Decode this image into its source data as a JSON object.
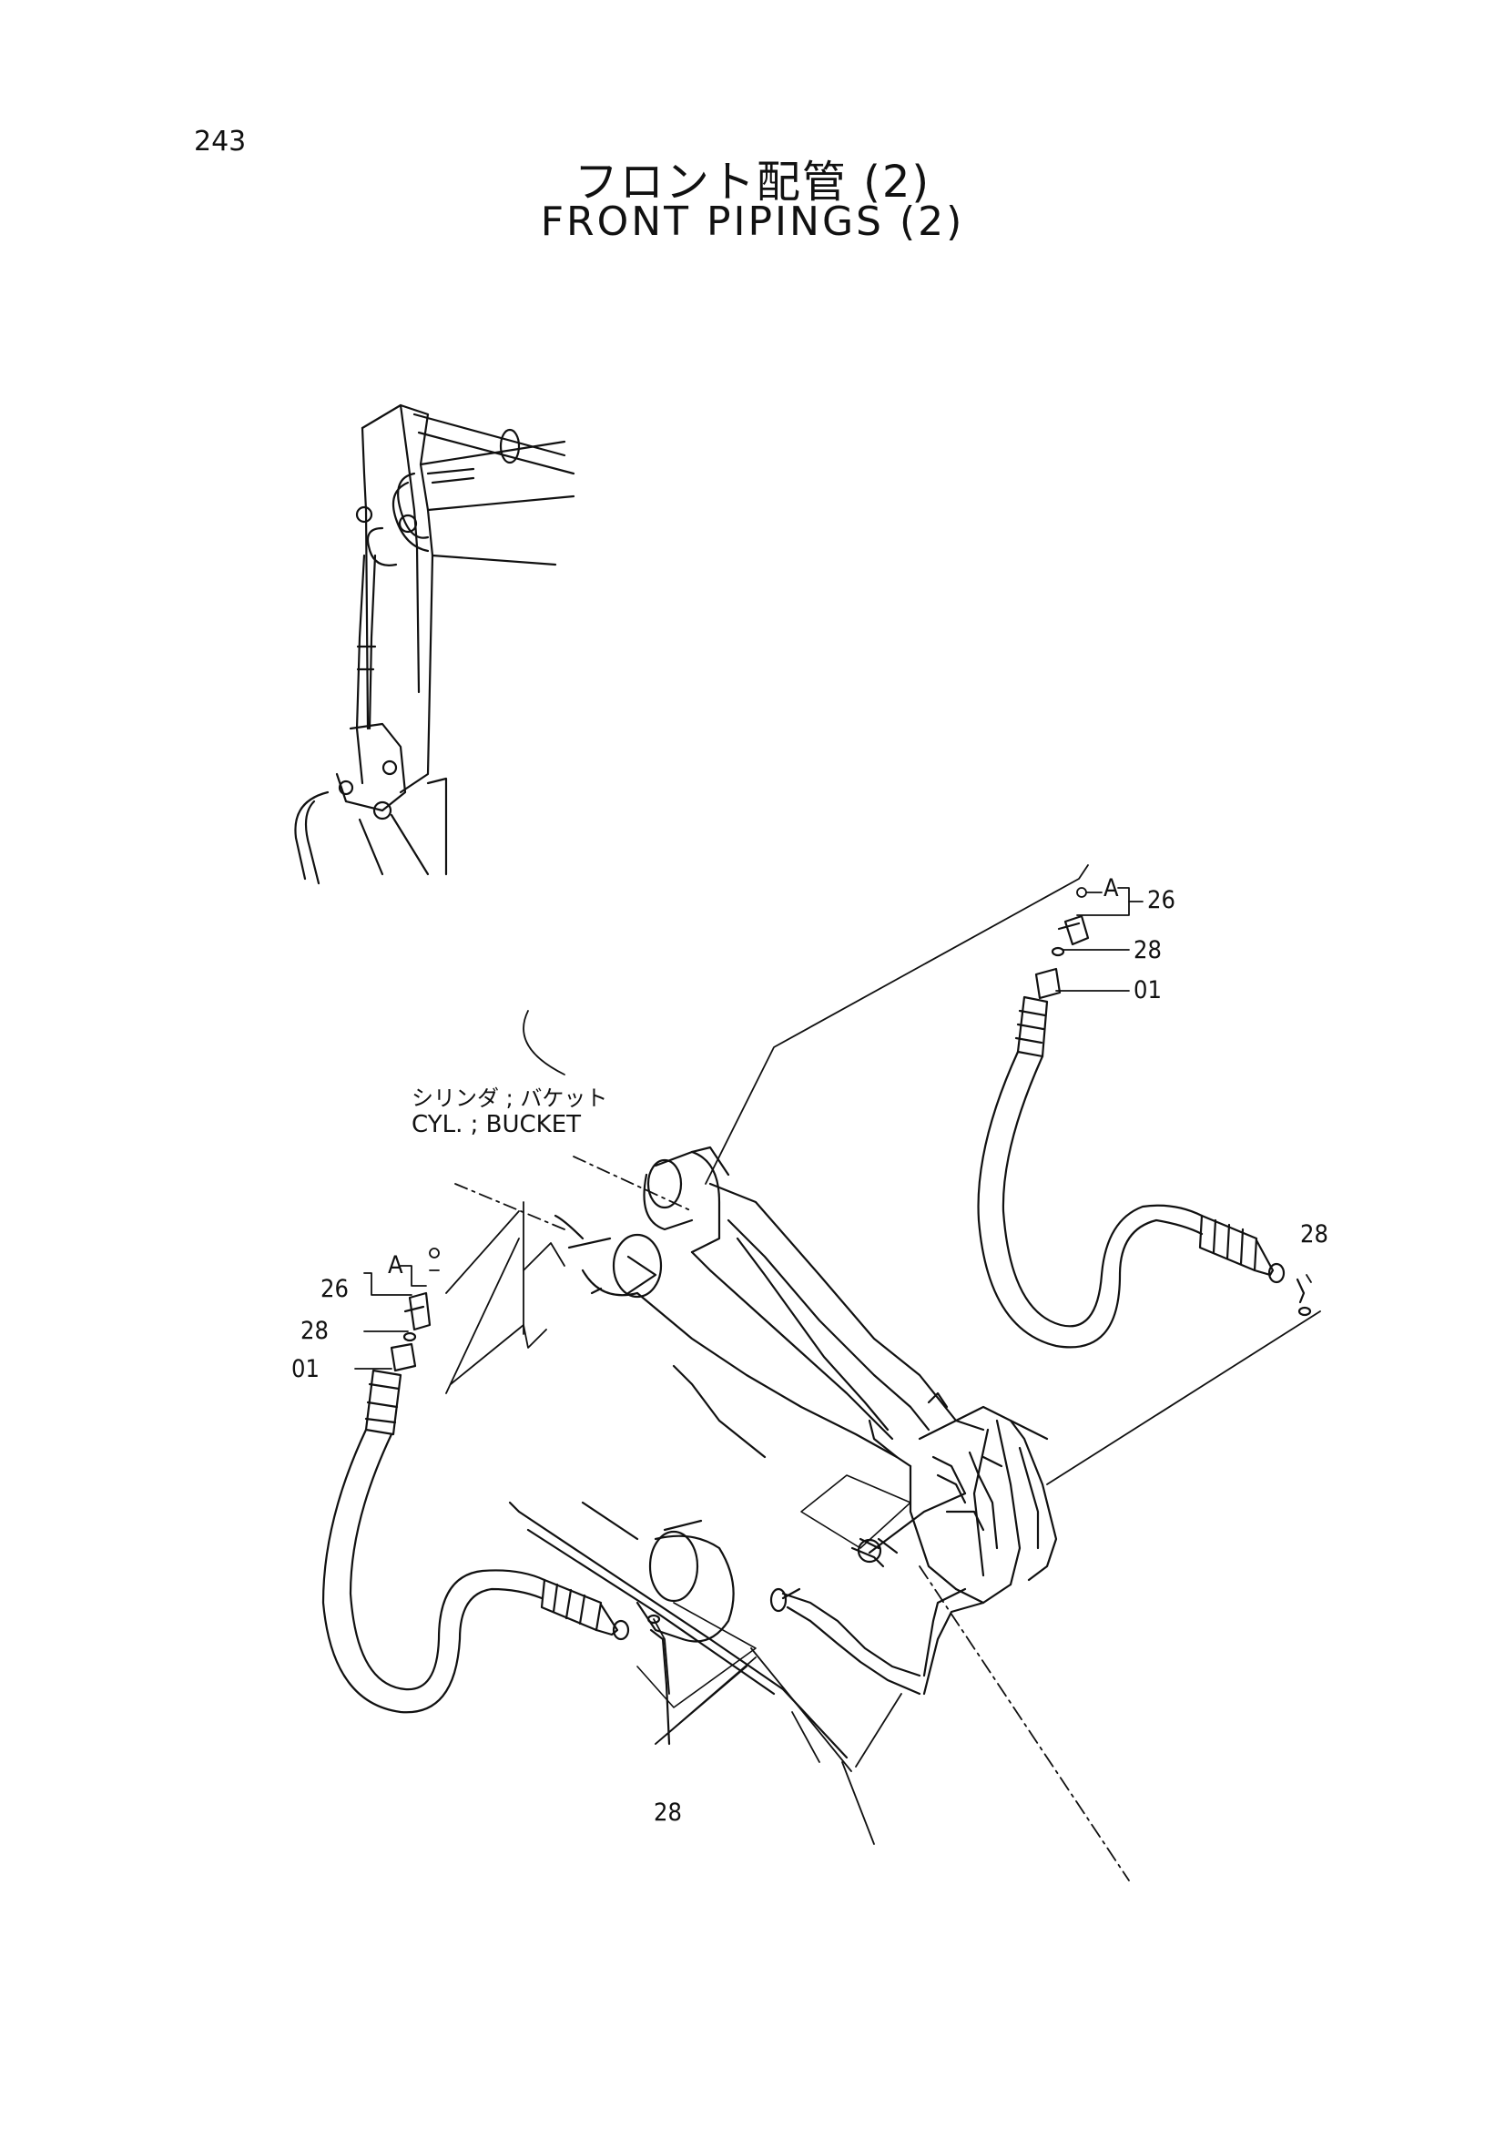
{
  "page": {
    "number": "243"
  },
  "title": {
    "jp": "フロント配管 (2)",
    "en": "FRONT PIPINGS (2)"
  },
  "component": {
    "label_jp": "シリンダ ; バケット",
    "label_en": "CYL. ; BUCKET"
  },
  "callouts": {
    "sub_assembly": "A",
    "right": {
      "p26": "26",
      "p28a": "28",
      "p01": "01",
      "p28b": "28"
    },
    "left": {
      "p26": "26",
      "p28": "28",
      "p01": "01"
    },
    "bottom": {
      "p28": "28"
    }
  }
}
